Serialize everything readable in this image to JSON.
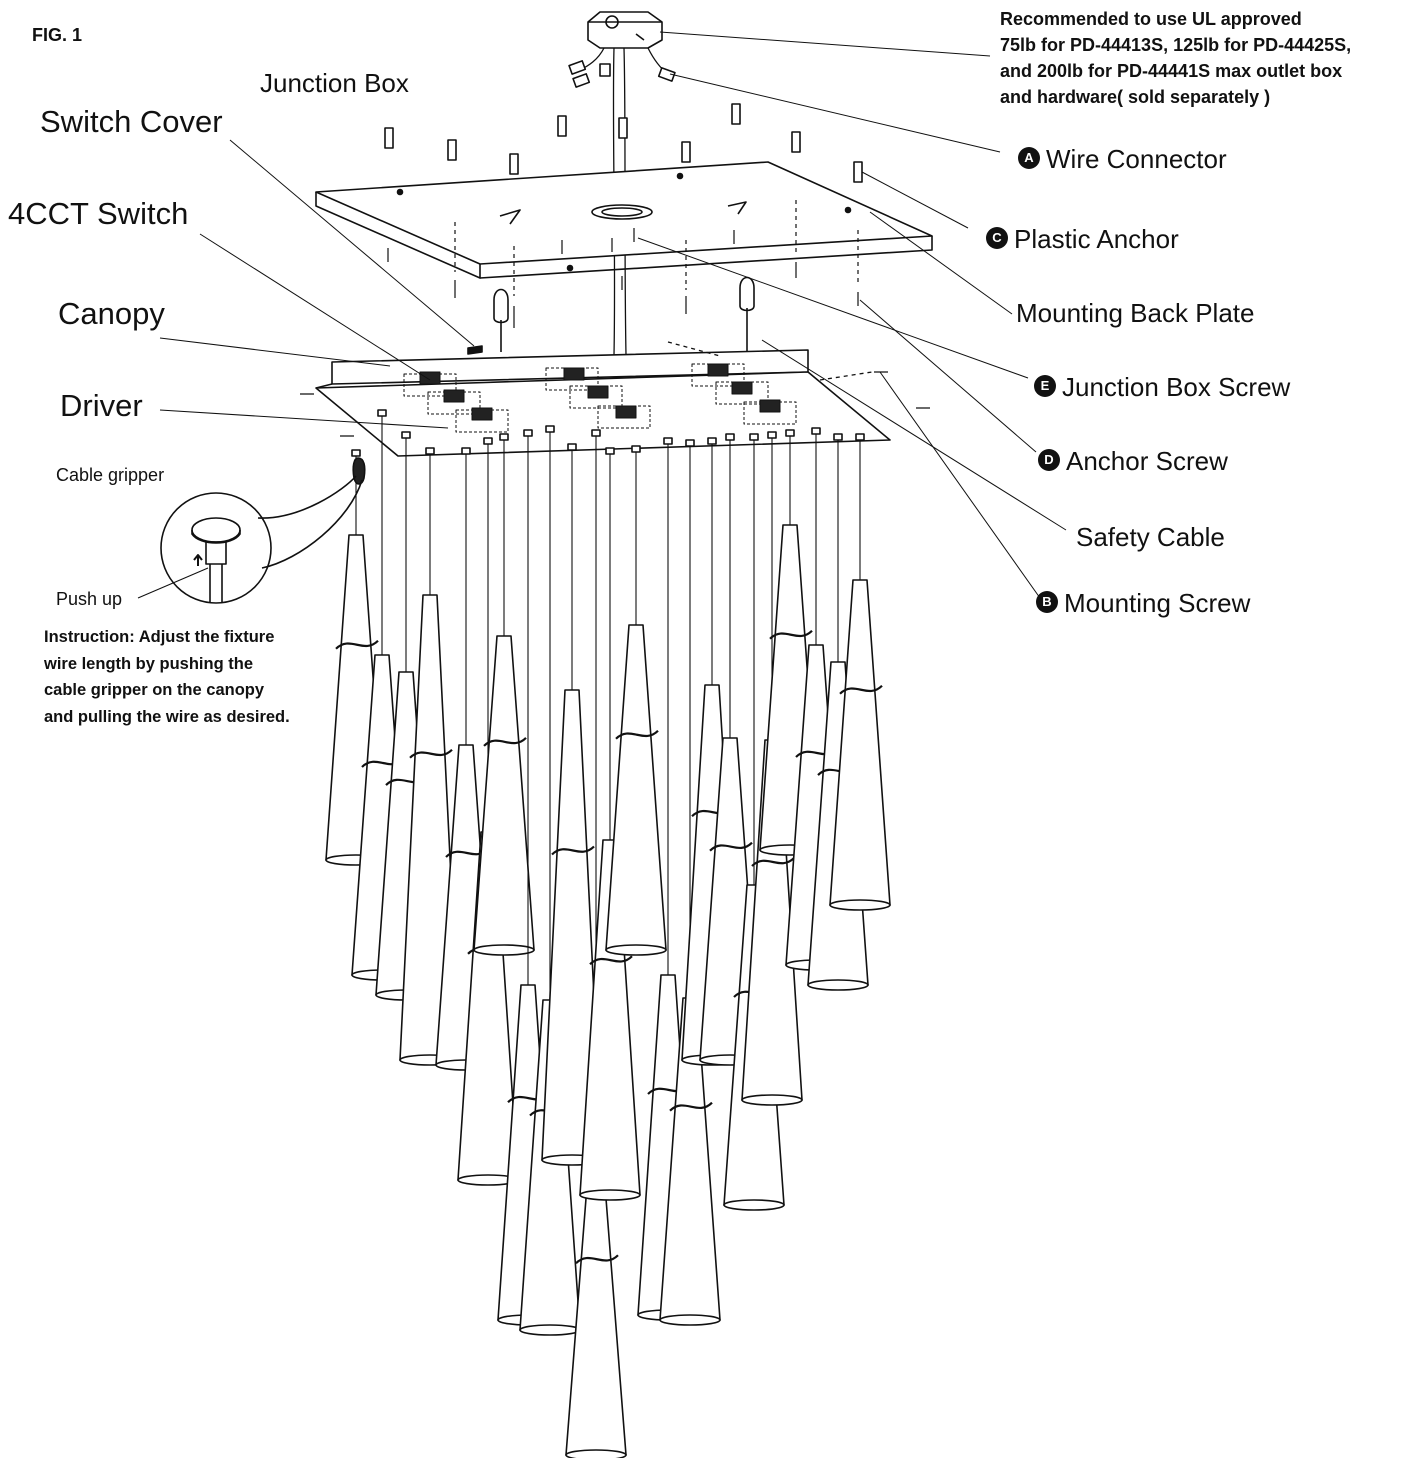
{
  "figure_label": "FIG. 1",
  "note": {
    "line1": "Recommended to use UL approved",
    "line2": "75lb for PD-44413S, 125lb for PD-44425S,",
    "line3": "and 200lb for PD-44441S max outlet box",
    "line4": "and hardware( sold separately )"
  },
  "labels": {
    "junction_box": "Junction Box",
    "switch_cover": "Switch Cover",
    "cct_switch": "4CCT Switch",
    "canopy": "Canopy",
    "driver": "Driver",
    "cable_gripper": "Cable gripper",
    "push_up": "Push up",
    "mounting_back_plate": "Mounting Back Plate",
    "safety_cable": "Safety Cable"
  },
  "parts": {
    "wire_connector": {
      "badge": "A",
      "label": "Wire Connector"
    },
    "plastic_anchor": {
      "badge": "C",
      "label": "Plastic Anchor"
    },
    "junction_box_screw": {
      "badge": "E",
      "label": "Junction Box Screw"
    },
    "anchor_screw": {
      "badge": "D",
      "label": "Anchor Screw"
    },
    "mounting_screw": {
      "badge": "B",
      "label": "Mounting Screw"
    }
  },
  "instruction": {
    "line1": "Instruction: Adjust the fixture",
    "line2": "wire length by pushing the",
    "line3": "cable gripper on the canopy",
    "line4": "and pulling the wire as desired."
  }
}
